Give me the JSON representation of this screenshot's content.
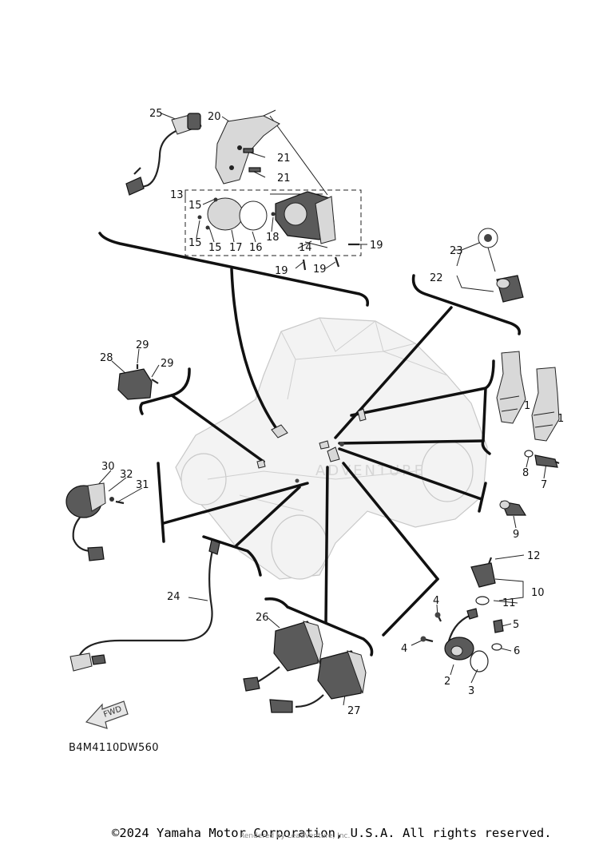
{
  "diagram": {
    "callouts": {
      "c1a": "1",
      "c1b": "1",
      "c2": "2",
      "c3": "3",
      "c4a": "4",
      "c4b": "4",
      "c5": "5",
      "c6": "6",
      "c7": "7",
      "c8": "8",
      "c9": "9",
      "c10": "10",
      "c11": "11",
      "c12": "12",
      "c13": "13",
      "c14": "14",
      "c15a": "15",
      "c15b": "15",
      "c15c": "15",
      "c16": "16",
      "c17": "17",
      "c18": "18",
      "c19a": "19",
      "c19b": "19",
      "c19c": "19",
      "c20": "20",
      "c21a": "21",
      "c21b": "21",
      "c22": "22",
      "c23": "23",
      "c24": "24",
      "c25": "25",
      "c26": "26",
      "c27": "27",
      "c28": "28",
      "c29a": "29",
      "c29b": "29",
      "c30": "30",
      "c31": "31",
      "c32": "32"
    },
    "fwd_label": "FWD",
    "diagram_code": "B4M4110DW560"
  },
  "footer": {
    "copyright": "©2024 Yamaha Motor Corporation, U.S.A. All rights reserved.",
    "rendered_by": "Rendered by LeadVenture, Inc."
  }
}
